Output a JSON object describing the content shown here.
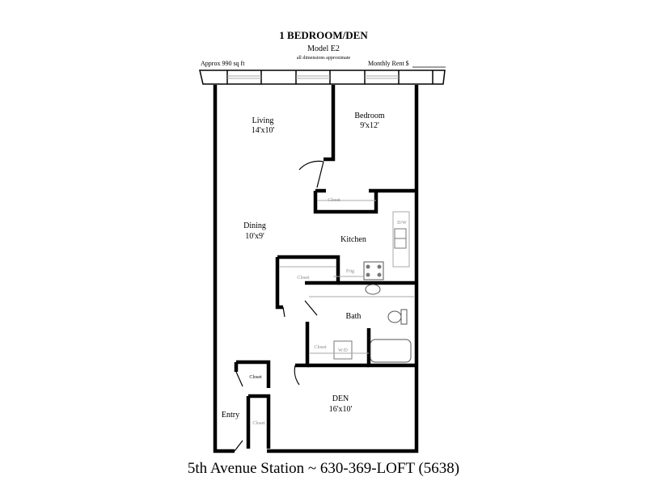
{
  "header": {
    "title": "1 BEDROOM/DEN",
    "model": "Model E2",
    "note": "all dimensions approximate",
    "area": "Approx 990 sq ft",
    "rent_label": "Monthly Rent $"
  },
  "rooms": {
    "living": {
      "name": "Living",
      "size": "14'x10'"
    },
    "bedroom": {
      "name": "Bedroom",
      "size": "9'x12'"
    },
    "dining": {
      "name": "Dining",
      "size": "10'x9'"
    },
    "kitchen": {
      "name": "Kitchen"
    },
    "bath": {
      "name": "Bath"
    },
    "den": {
      "name": "DEN",
      "size": "16'x10'"
    },
    "entry": {
      "name": "Entry"
    }
  },
  "fixtures": {
    "bedroom_closet": "Closet",
    "dishwasher": "D/W",
    "fridge": "Frig",
    "dining_closet": "Closet",
    "bath_closet": "Closet",
    "washer_dryer": "W/D",
    "entry_closet": "Closet",
    "den_closet": "Closet"
  },
  "footer": "5th Avenue Station ~ 630-369-LOFT (5638)"
}
